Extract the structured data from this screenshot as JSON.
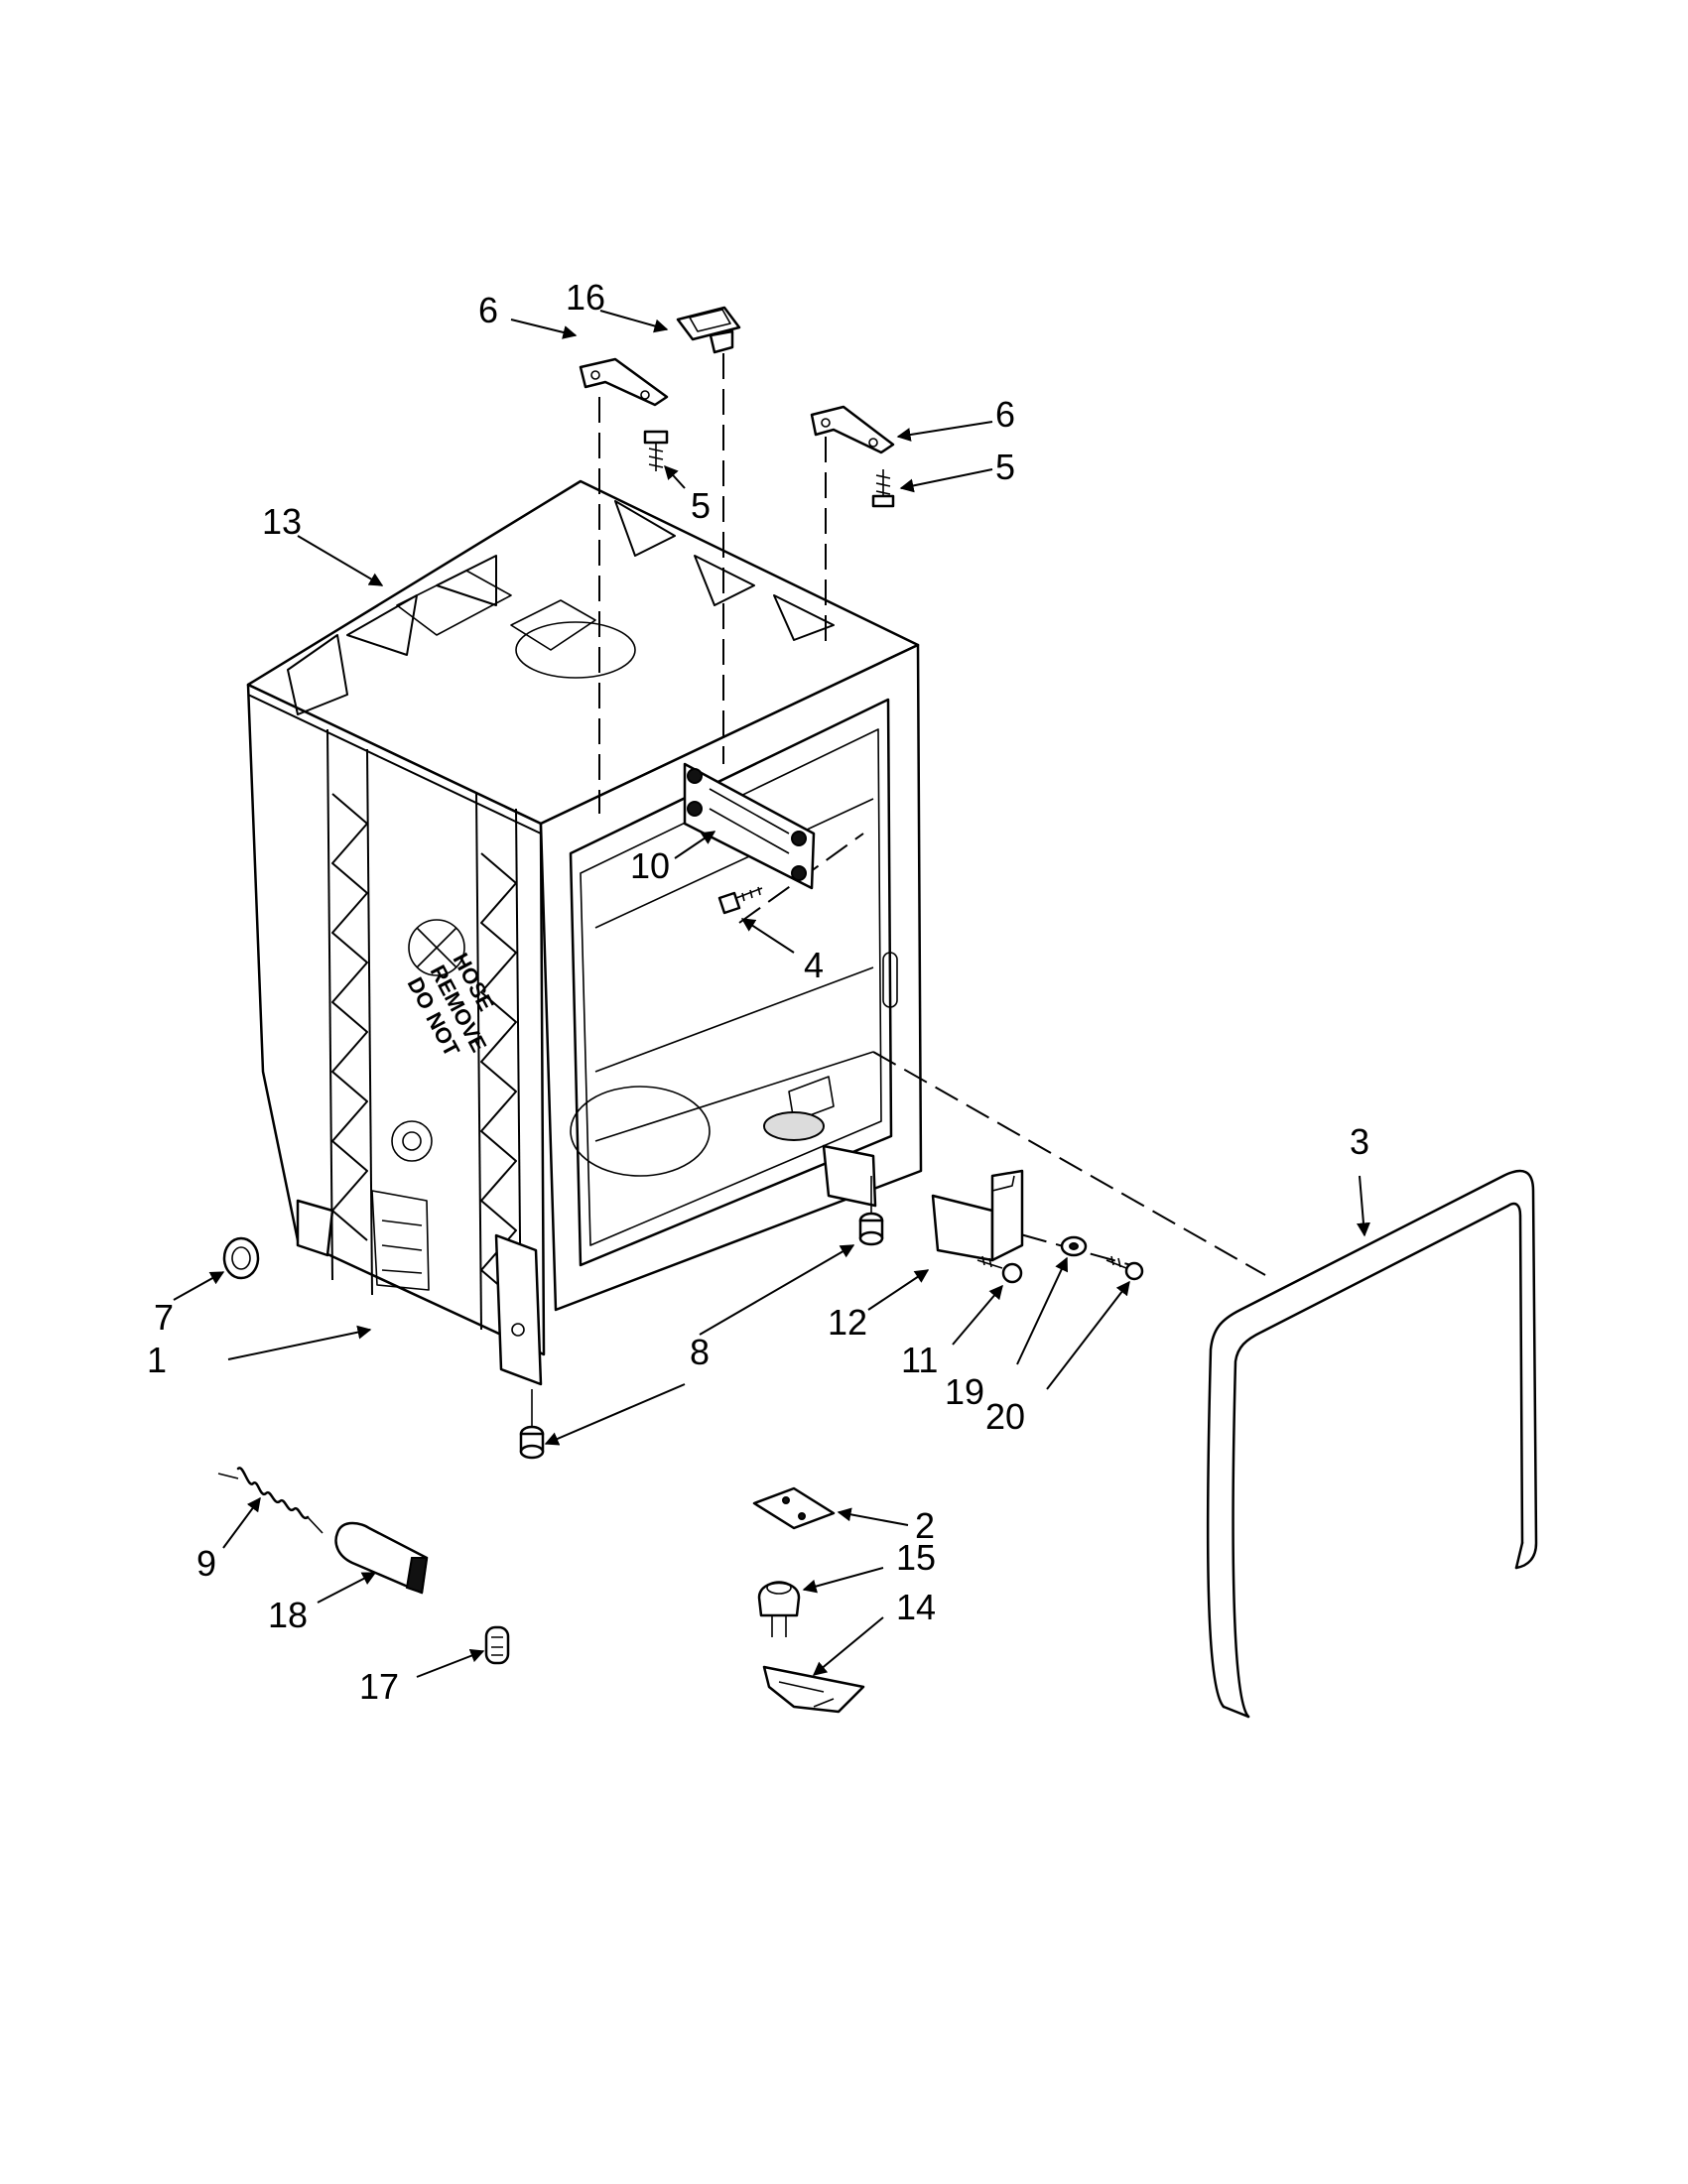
{
  "diagram": {
    "callouts": [
      "1",
      "2",
      "3",
      "4",
      "5",
      "5",
      "6",
      "6",
      "7",
      "8",
      "9",
      "10",
      "11",
      "12",
      "13",
      "14",
      "15",
      "16",
      "17",
      "18",
      "19",
      "20"
    ],
    "tub_label_lines": [
      "DO",
      "NOT",
      "REMOVE",
      "HOSE"
    ]
  }
}
